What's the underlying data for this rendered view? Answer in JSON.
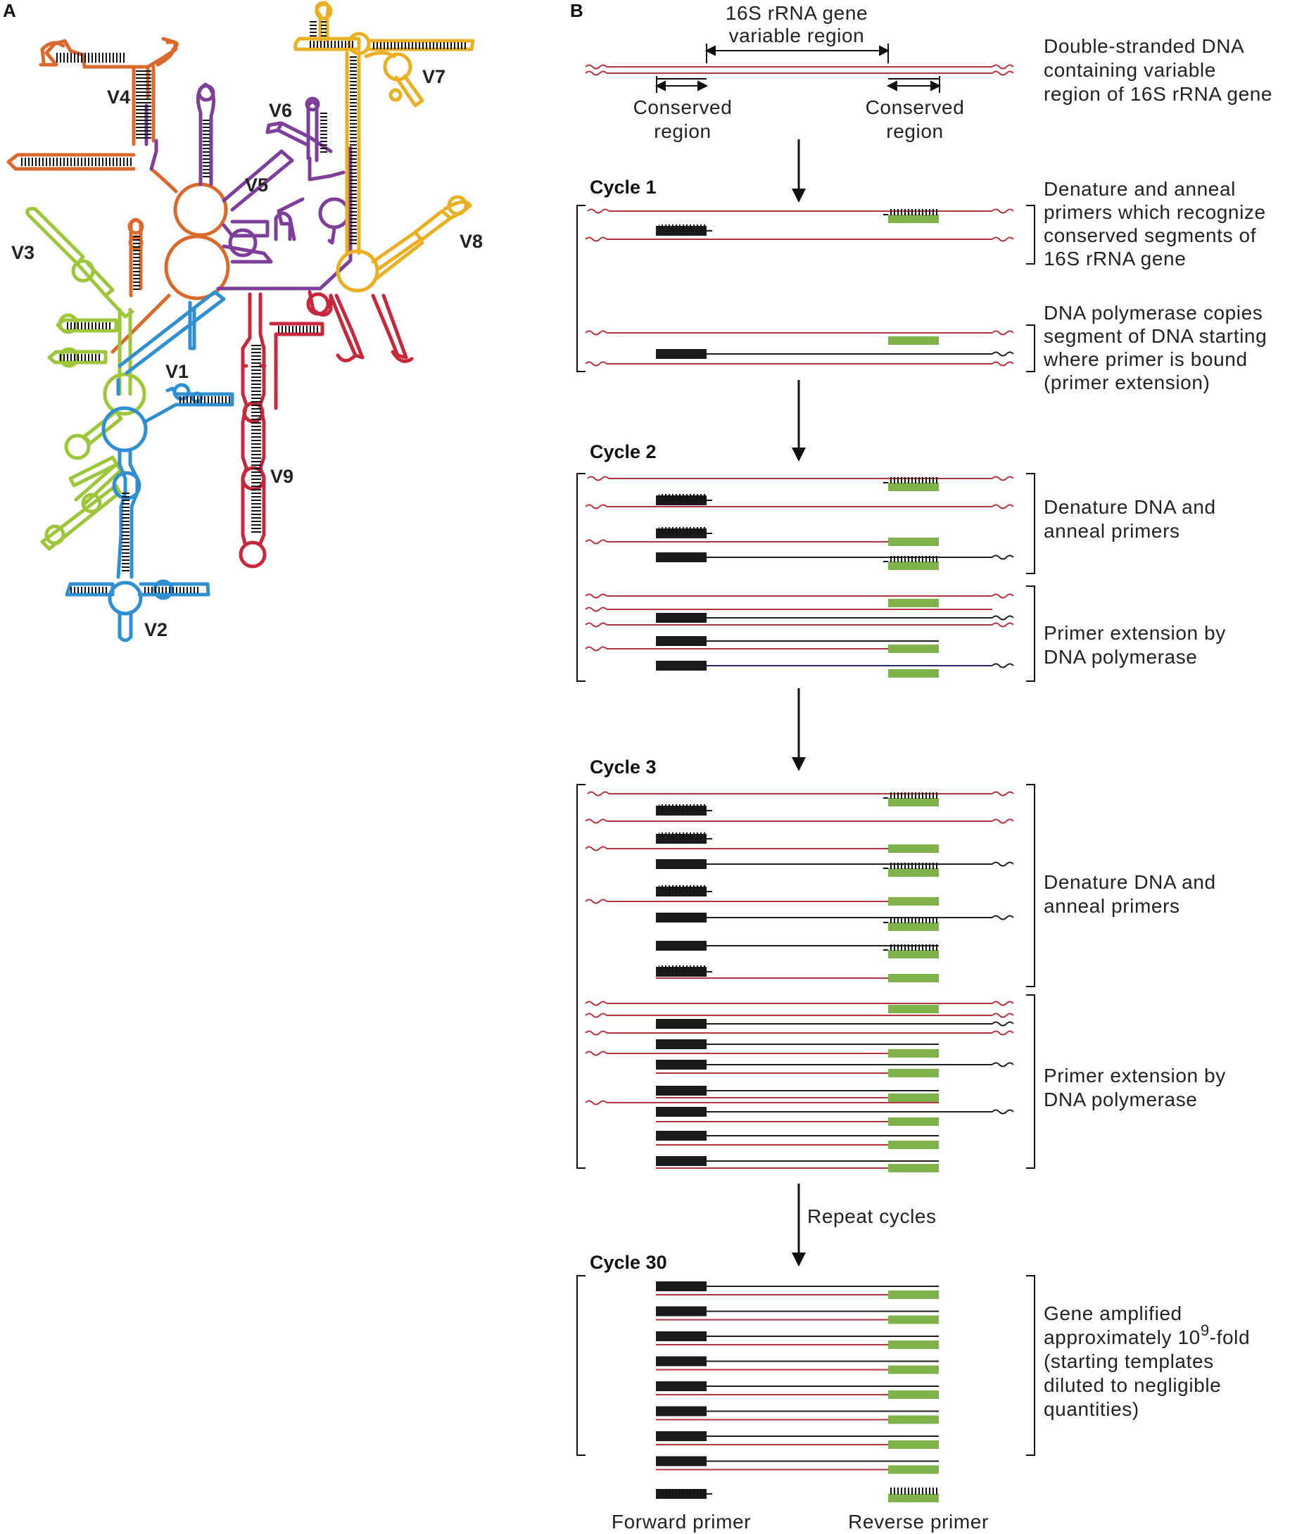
{
  "colors": {
    "template_strand": "#b2343c",
    "new_strand": "#1e1e1e",
    "forward_primer": "#1a1a1a",
    "reverse_primer": "#7fb24a",
    "V1": "#2f8fd0",
    "V2": "#2f8fd0",
    "V3": "#9dc63a",
    "V4": "#d9692c",
    "V5": "#7e3f9a",
    "V6": "#7e3f9a",
    "V7": "#e8b022",
    "V8": "#e8b022",
    "V9": "#c8283c"
  },
  "panel_a": {
    "letter": "A",
    "regions": [
      "V1",
      "V2",
      "V3",
      "V4",
      "V5",
      "V6",
      "V7",
      "V8",
      "V9"
    ]
  },
  "panel_b": {
    "letter": "B",
    "variable_region_label": [
      "16S  rRNA gene",
      "variable region"
    ],
    "conserved_left": [
      "Conserved",
      "region"
    ],
    "conserved_right": [
      "Conserved",
      "region"
    ],
    "dsdna_desc": [
      "Double-stranded DNA",
      "containing  variable",
      "region of 16S rRNA gene"
    ],
    "cycles": [
      {
        "title": "Cycle 1",
        "steps": [
          {
            "desc": [
              "Denature and anneal",
              "primers which recognize",
              "conserved segments of",
              "16S rRNA gene"
            ]
          },
          {
            "desc": [
              "DNA polymerase copies",
              "segment of DNA starting",
              "where primer is bound",
              "(primer extension)"
            ]
          }
        ]
      },
      {
        "title": "Cycle 2",
        "steps": [
          {
            "desc": [
              "Denature DNA and",
              "anneal primers"
            ]
          },
          {
            "desc": [
              "Primer extension by",
              "DNA polymerase"
            ]
          }
        ]
      },
      {
        "title": "Cycle 3",
        "steps": [
          {
            "desc": [
              "Denature DNA and",
              "anneal primers"
            ]
          },
          {
            "desc": [
              "Primer extension by",
              "DNA polymerase"
            ]
          }
        ]
      },
      {
        "title": "Cycle 30",
        "steps": [
          {
            "desc": [
              "Gene amplified",
              "approximately 10",
              "9",
              "-fold",
              "(starting templates",
              "diluted to negligible",
              "quantities)"
            ]
          }
        ]
      }
    ],
    "repeat_label": "Repeat cycles",
    "legend": {
      "forward": "Forward primer",
      "reverse": "Reverse primer"
    }
  }
}
